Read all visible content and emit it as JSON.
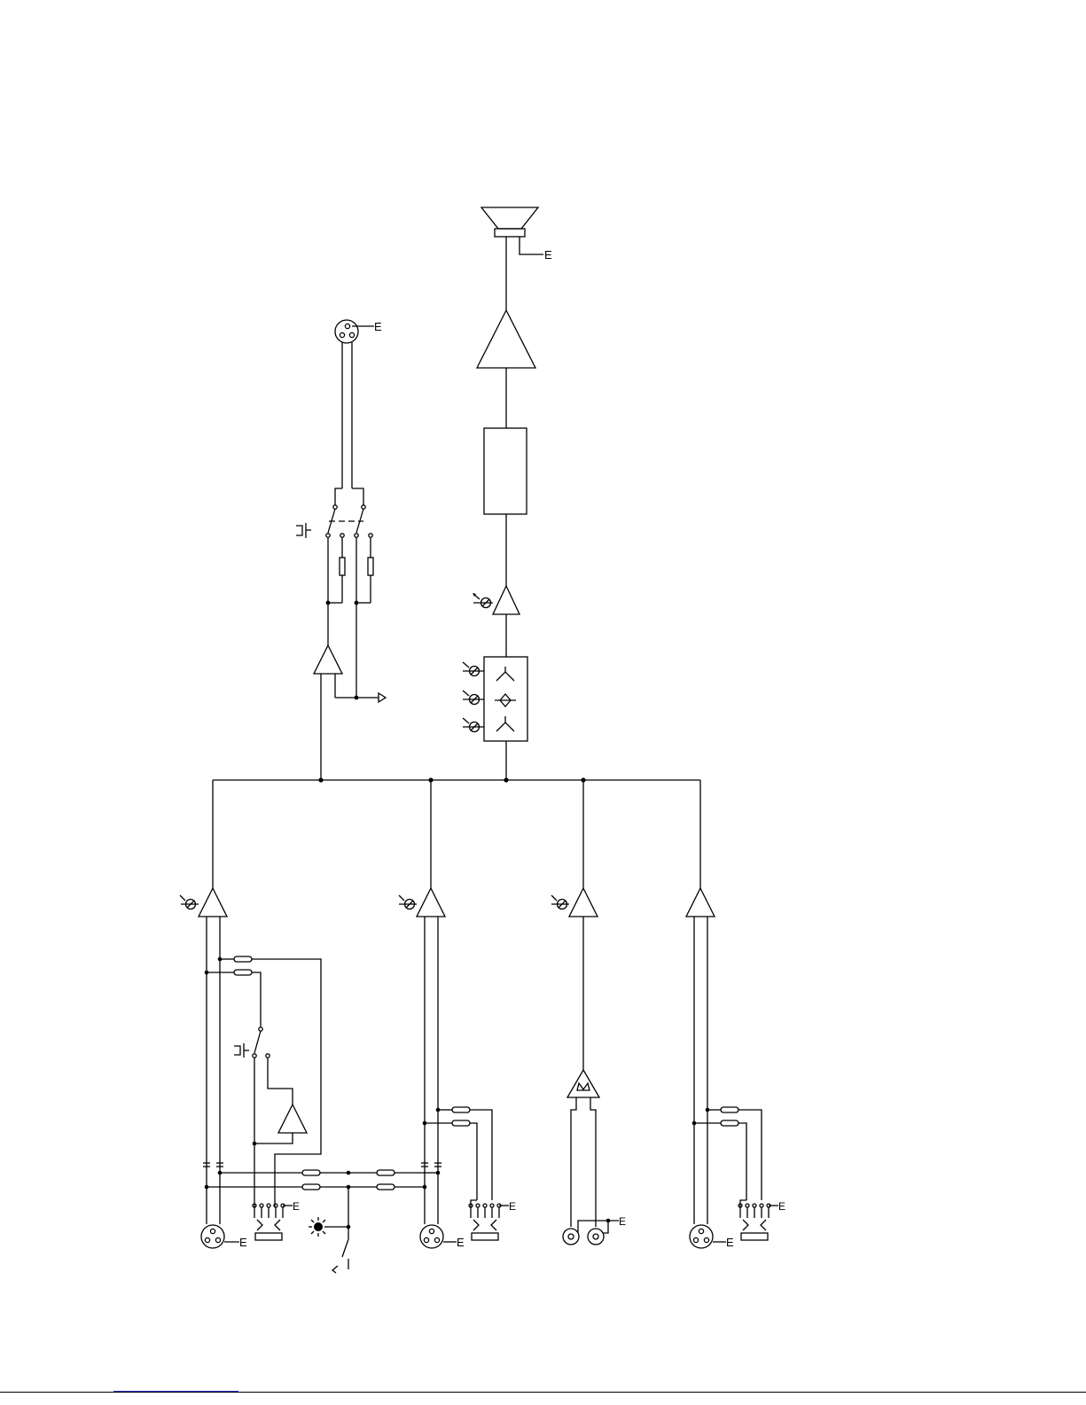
{
  "diagram": {
    "kind": "audio block schematic (no printed labels)",
    "ground_symbol_glyph": "E"
  },
  "symbols": {
    "loudspeaker": "speaker-icon",
    "power_amplifier": "amplifier-triangle",
    "processor_block": "rectangle-block",
    "eq_block": "three-band-eq-block",
    "gain_control": "potentiometer-icon",
    "xlr_connector": "xlr-connector-icon",
    "jack_connector": "jack-connector-icon",
    "rca_connector": "rca-connector-icon",
    "pushbutton": "pushbutton-icon",
    "resistor": "resistor-icon",
    "capacitor": "capacitor-icon",
    "lamp": "lamp-icon",
    "ground": "ground-icon"
  },
  "colors": {
    "line": "#000000",
    "background": "#ffffff",
    "footer_link": "#3333cc"
  }
}
